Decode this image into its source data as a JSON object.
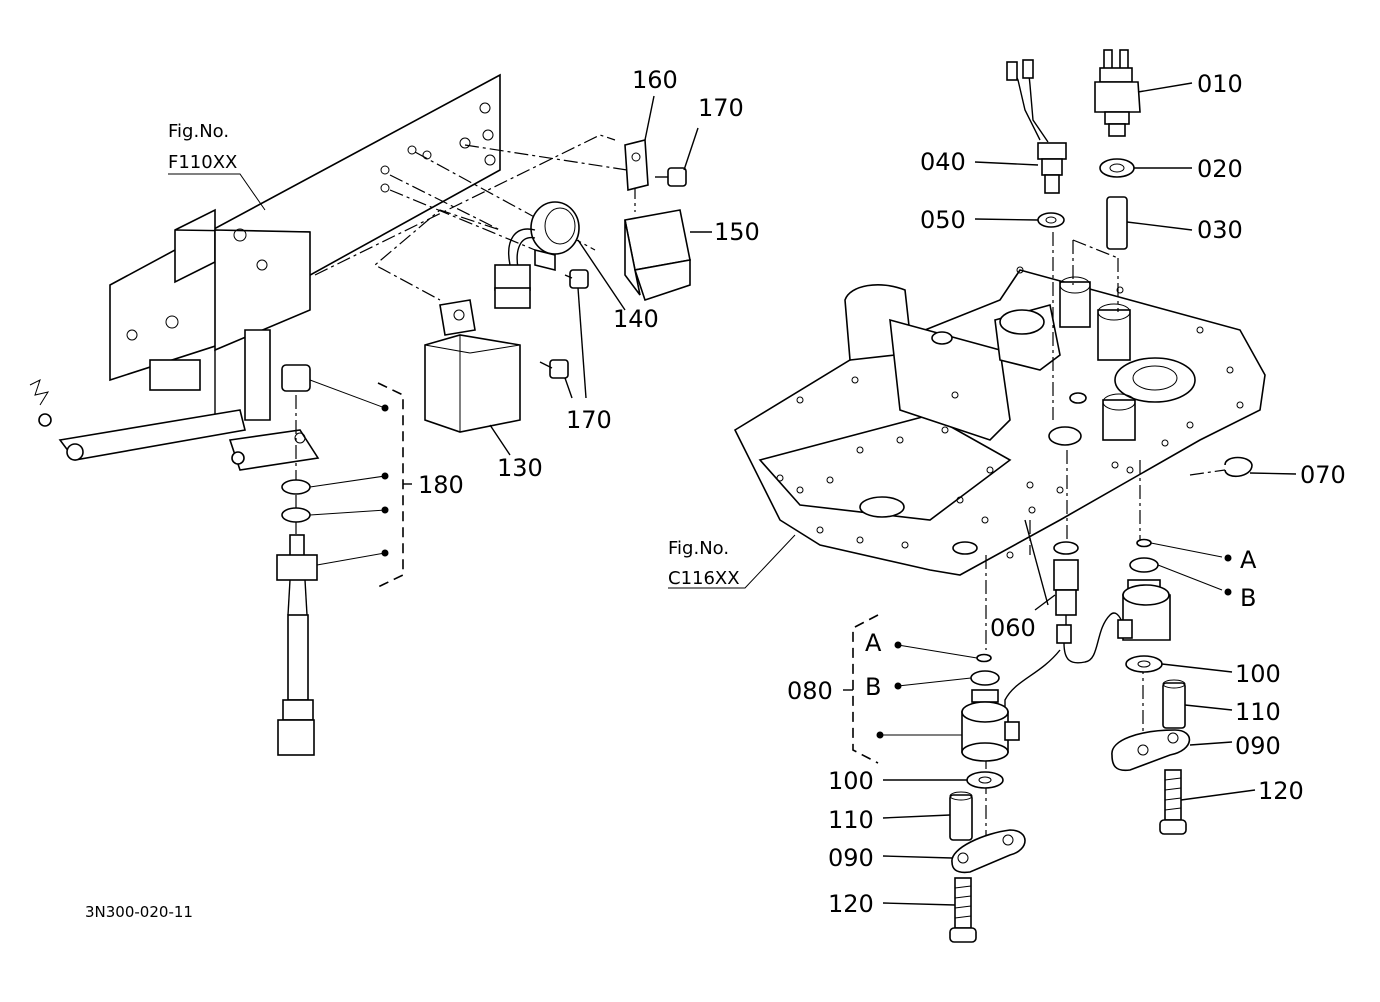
{
  "diagram": {
    "drawing_code": "3N300-020-11",
    "fig_refs": {
      "left": {
        "line1": "Fig.No.",
        "line2": "F110XX"
      },
      "right": {
        "line1": "Fig.No.",
        "line2": "C116XX"
      }
    },
    "parts": {
      "p010": "010",
      "p020": "020",
      "p030": "030",
      "p040": "040",
      "p050": "050",
      "p060": "060",
      "p070": "070",
      "p080": "080",
      "p090a": "090",
      "p090b": "090",
      "p100a": "100",
      "p100b": "100",
      "p110a": "110",
      "p110b": "110",
      "p120a": "120",
      "p120b": "120",
      "p130": "130",
      "p140": "140",
      "p150": "150",
      "p160": "160",
      "p170a": "170",
      "p170b": "170",
      "p180": "180"
    },
    "refs": {
      "a_top": "A",
      "b_top": "B",
      "a_left": "A",
      "b_left": "B"
    }
  }
}
